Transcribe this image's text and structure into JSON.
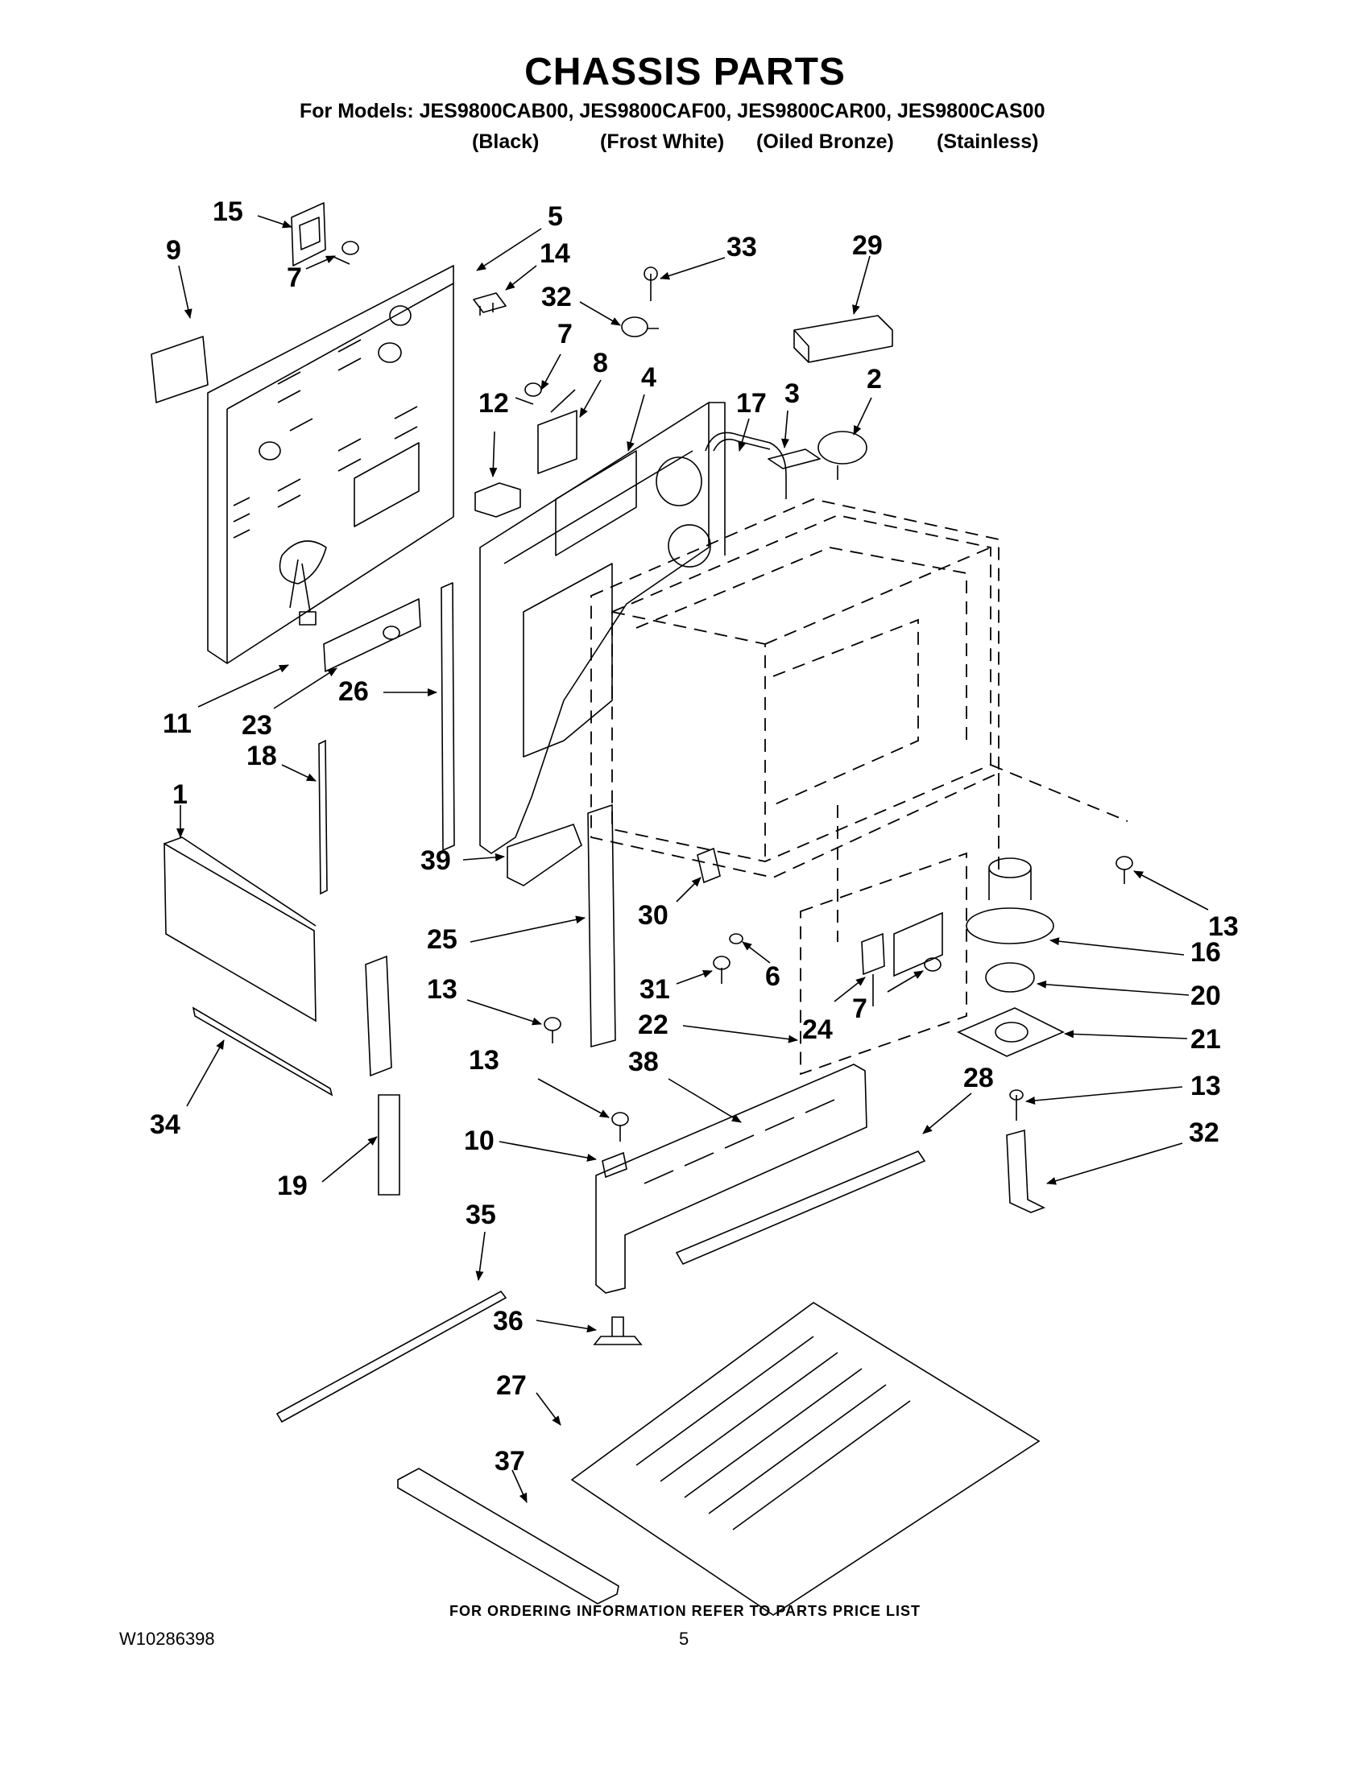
{
  "page": {
    "title": "CHASSIS PARTS",
    "models_line": "For Models: JES9800CAB00, JES9800CAF00, JES9800CAR00, JES9800CAS00",
    "finishes": [
      "(Black)",
      "(Frost White)",
      "(Oiled Bronze)",
      "(Stainless)"
    ],
    "footer_note": "FOR ORDERING INFORMATION REFER TO PARTS PRICE LIST",
    "doc_number": "W10286398",
    "page_number": "5"
  },
  "callouts": [
    "15",
    "9",
    "5",
    "14",
    "7",
    "33",
    "29",
    "32",
    "7",
    "8",
    "4",
    "17",
    "3",
    "2",
    "12",
    "11",
    "23",
    "26",
    "18",
    "1",
    "39",
    "25",
    "30",
    "6",
    "13",
    "31",
    "13",
    "22",
    "24",
    "7",
    "16",
    "20",
    "21",
    "13",
    "13",
    "38",
    "28",
    "32",
    "10",
    "19",
    "34",
    "35",
    "36",
    "27",
    "37"
  ]
}
